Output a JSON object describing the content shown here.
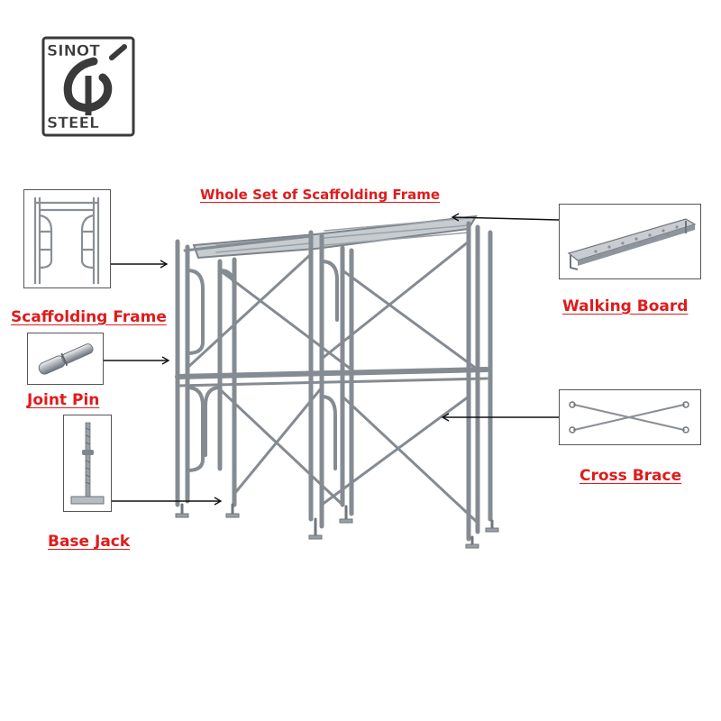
{
  "logo": {
    "text_top": "SINOT",
    "text_bottom": "STEEL"
  },
  "diagram": {
    "title": "Whole Set of Scaffolding Frame",
    "components": [
      {
        "name": "Scaffolding Frame",
        "icon": "scaffolding-frame-icon"
      },
      {
        "name": "Joint Pin",
        "icon": "joint-pin-icon"
      },
      {
        "name": "Base Jack",
        "icon": "base-jack-icon"
      },
      {
        "name": "Walking Board",
        "icon": "walking-board-icon"
      },
      {
        "name": "Cross Brace",
        "icon": "cross-brace-icon"
      }
    ]
  },
  "colors": {
    "label": "#e01b1b",
    "steel": "#8a8f96",
    "steel_light": "#c4c9ce",
    "arrow": "#111111"
  }
}
